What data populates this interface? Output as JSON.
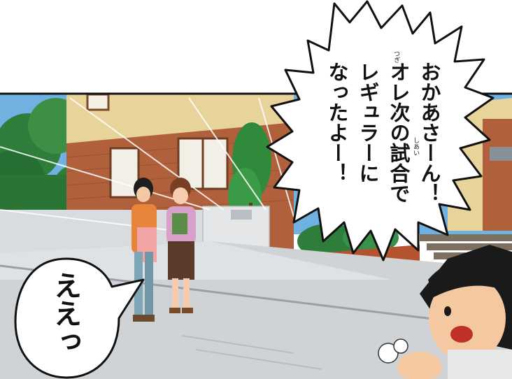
{
  "speech_shout": {
    "lines": [
      "おかあさーん！",
      "オレ次の試合で",
      "レギュラーに",
      "なったよー！"
    ],
    "furigana": {
      "shiai": "しあい",
      "tsugi": "つぎ"
    }
  },
  "speech_reply": {
    "text": "ええっ"
  },
  "colors": {
    "sky": "#6fb2e2",
    "wall_brick": "#b0603a",
    "wall_upper": "#e8d49a",
    "road": "#cfd3d6",
    "foliage": "#2e7d3a",
    "mother_top": "#d8a0c8",
    "girl_top": "#e7843a"
  }
}
